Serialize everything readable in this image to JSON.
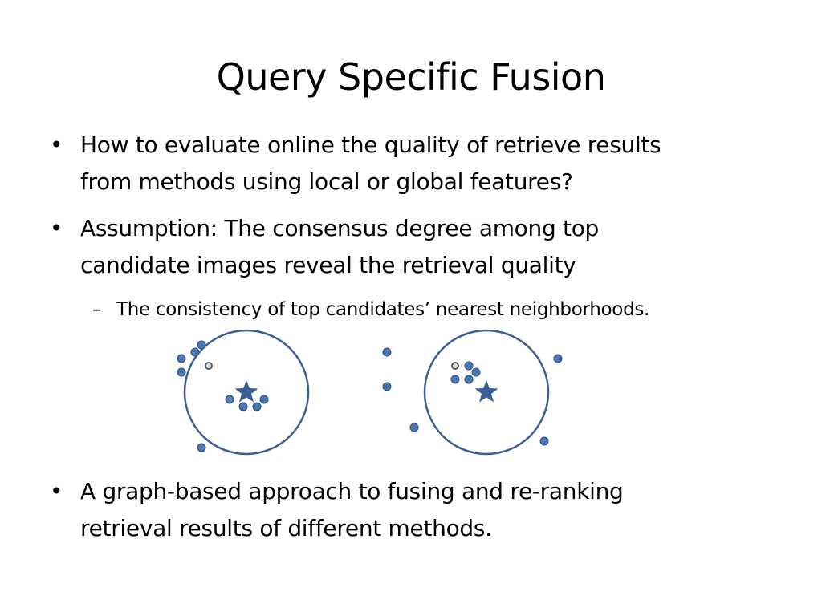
{
  "slide": {
    "title": "Query Specific Fusion",
    "bullets": [
      {
        "marker": "•",
        "lines": [
          "How to evaluate online the quality of retrieve results",
          "from methods using local or global features?"
        ]
      },
      {
        "marker": "•",
        "lines": [
          "Assumption: The consensus degree among top",
          "candidate images reveal the retrieval quality"
        ],
        "sub_bullets": [
          {
            "marker": "–",
            "text": "The consistency of top candidates’ nearest neighborhoods."
          }
        ]
      },
      {
        "marker": "•",
        "lines": [
          "A graph-based approach to fusing and re-ranking",
          "retrieval results of different methods."
        ]
      }
    ],
    "diagram": {
      "icons": {
        "query": "star-icon",
        "neighbor_point": "dot-icon",
        "highlighted_point": "highlight-dot-icon",
        "neighborhood": "circle-outline"
      },
      "colors": {
        "stroke": "#3b5f95",
        "point_fill": "#4a77b0",
        "highlight": "#f2e6a0"
      }
    }
  }
}
